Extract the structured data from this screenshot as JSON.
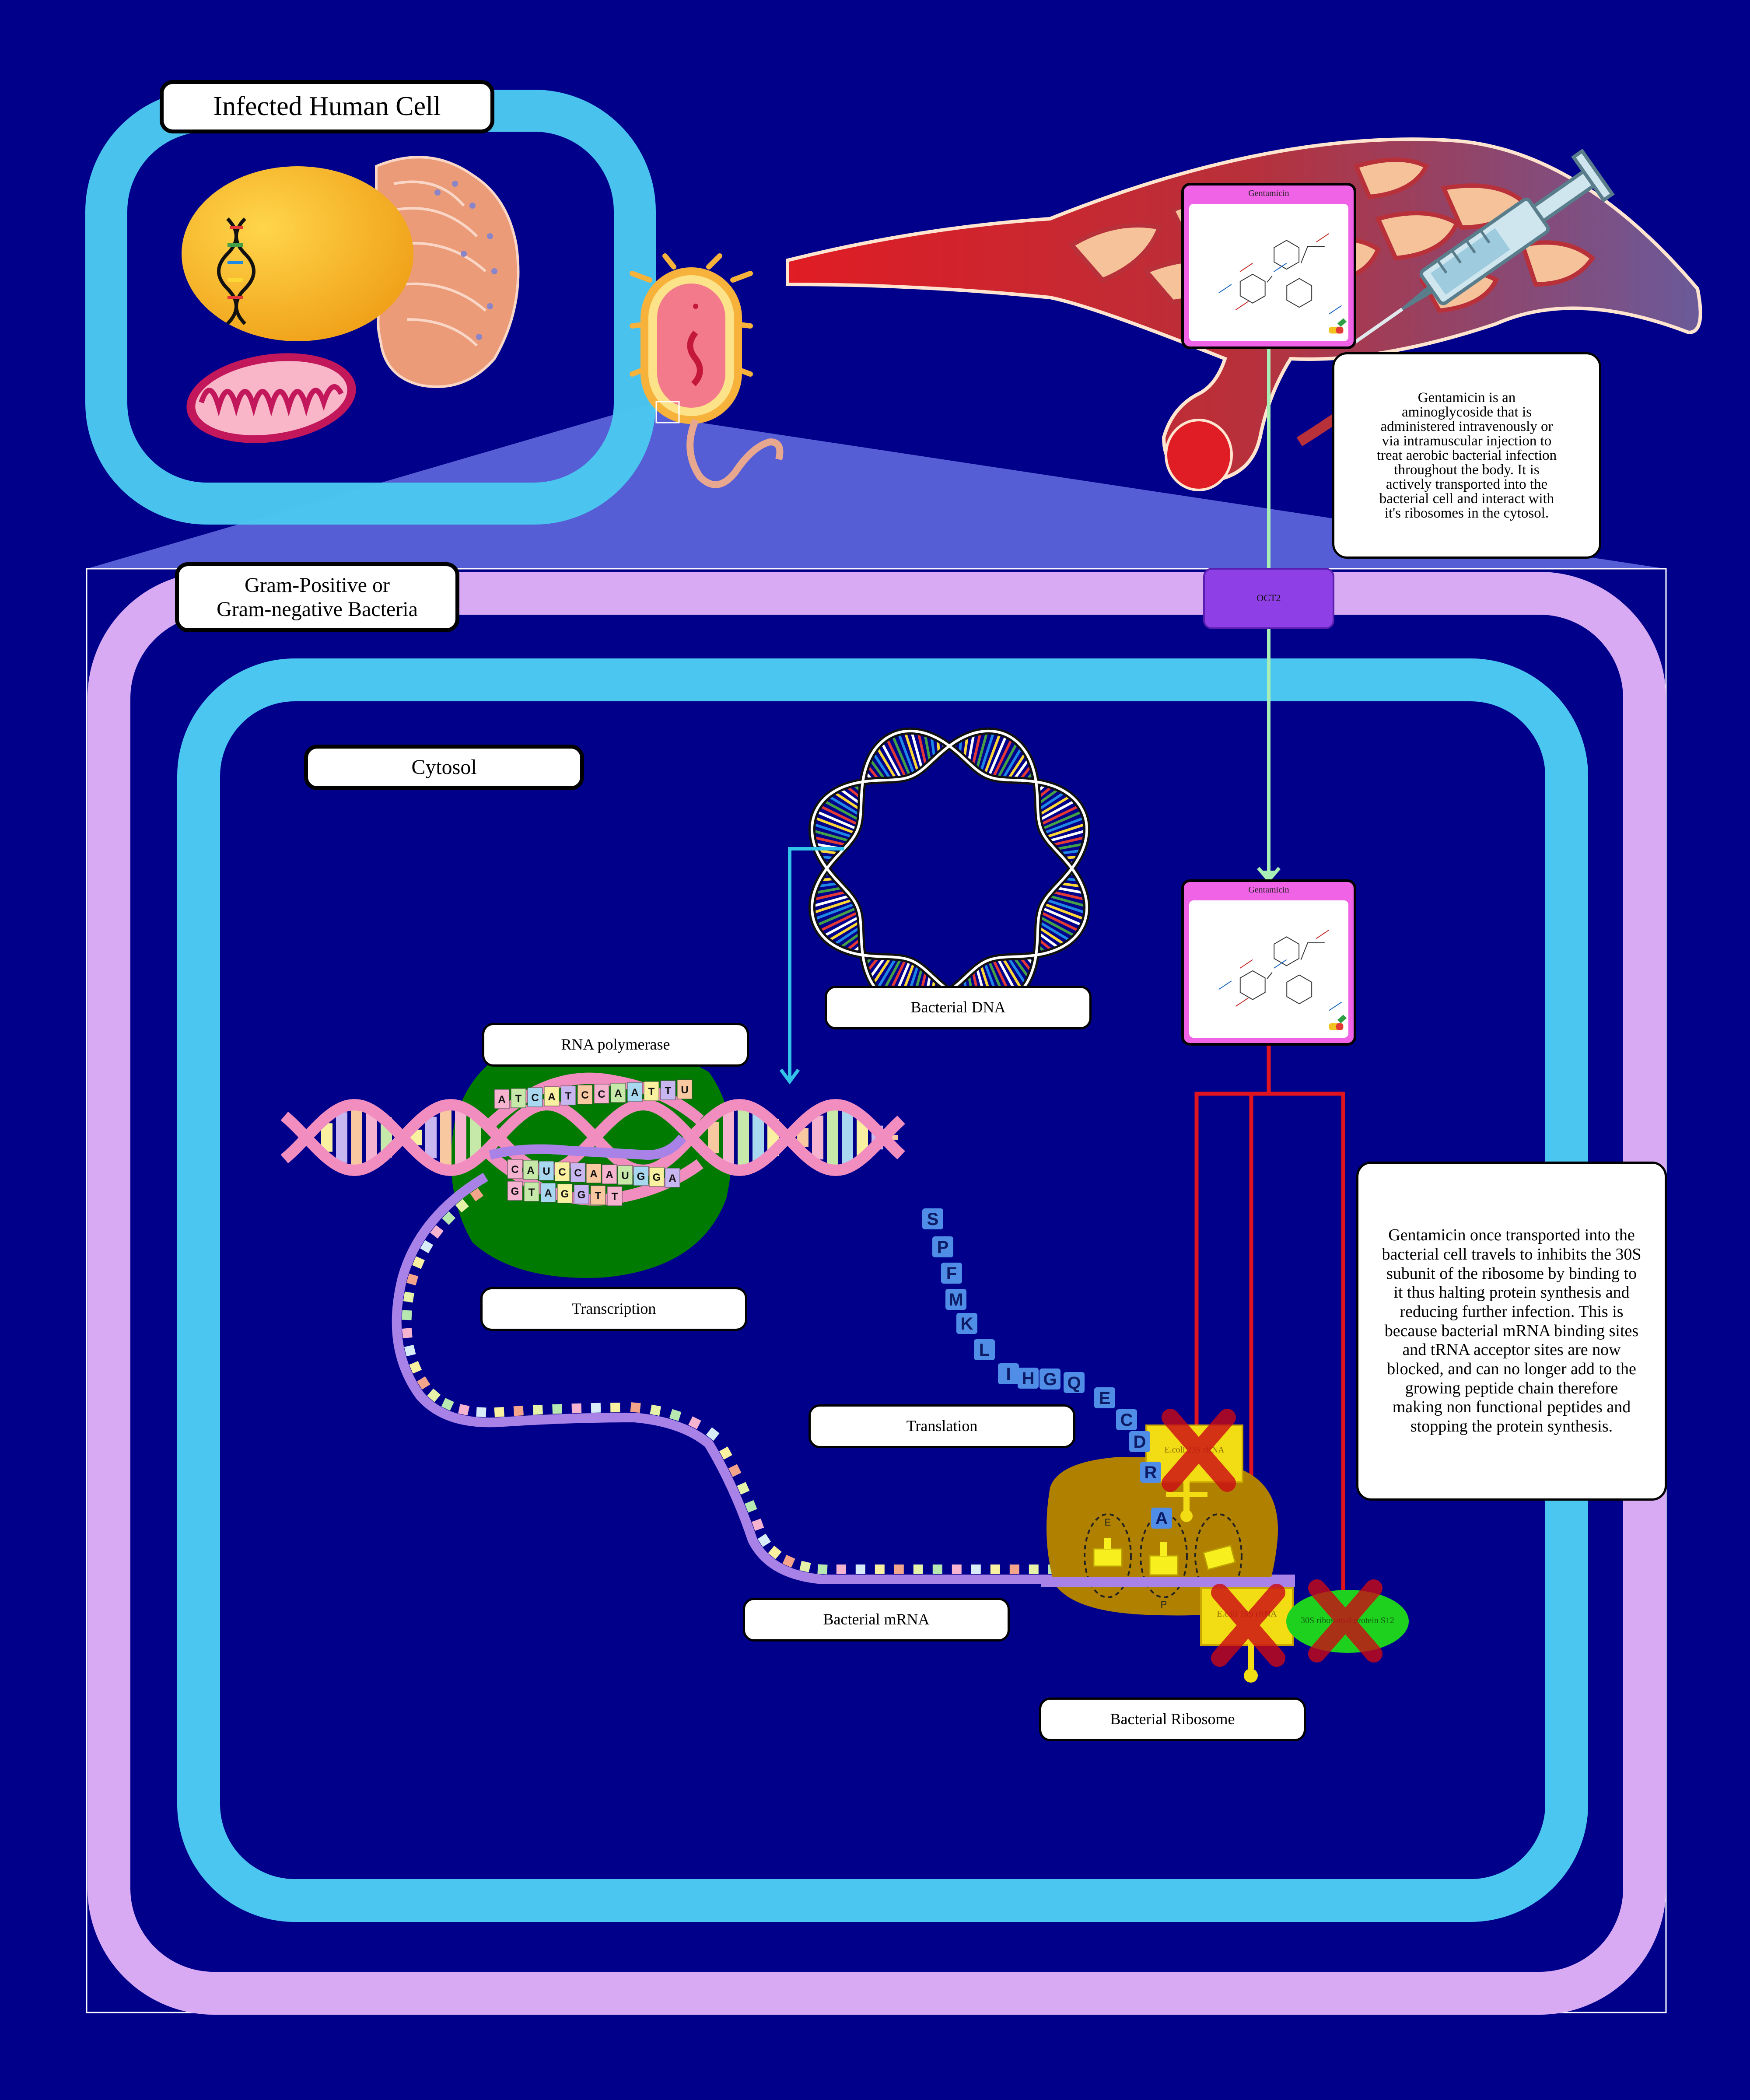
{
  "labels": {
    "infected_cell": "Infected Human Cell",
    "bacteria": "Gram-Positive or\nGram-negative Bacteria",
    "cytosol": "Cytosol",
    "bacterial_dna": "Bacterial DNA",
    "rna_polymerase": "RNA polymerase",
    "transcription": "Transcription",
    "translation": "Translation",
    "bacterial_mrna": "Bacterial mRNA",
    "bacterial_ribosome": "Bacterial Ribosome",
    "oct2": "OCT2",
    "gentamicin_card": "Gentamicin",
    "rrna_16s": "E.coli 16S rRNA",
    "rrna_23s": "E.coli 23S rRNA",
    "protein_s12": "30S ribosomal protein S12",
    "site_e": "E",
    "site_p": "P"
  },
  "notes": {
    "gentamicin_intro": "Gentamicin is an aminoglycoside that is administered intravenously or via intramuscular injection to treat aerobic bacterial infection throughout the body. It is actively transported into the bacterial cell and interact with it's ribosomes in the cytosol.",
    "gentamicin_mechanism": "Gentamicin once transported into the bacterial cell travels to inhibits the 30S subunit of the ribosome by binding to it thus halting protein synthesis and reducing further infection. This is because bacterial mRNA binding sites and tRNA acceptor sites are now blocked, and can no longer add to the growing peptide chain therefore making non functional peptides and stopping the protein synthesis."
  },
  "peptide": [
    "S",
    "P",
    "F",
    "M",
    "K",
    "L",
    "I",
    "H",
    "G",
    "Q",
    "E",
    "C",
    "D",
    "R",
    "A"
  ],
  "dna_top_letters": [
    "A",
    "T",
    "C",
    "A",
    "T",
    "C",
    "C",
    "A",
    "A",
    "T",
    "T",
    "U"
  ],
  "dna_bottom_letters": [
    "C",
    "A",
    "U",
    "C",
    "C",
    "A",
    "A",
    "U",
    "G",
    "G",
    "A"
  ],
  "dna_bottom2_letters": [
    "G",
    "T",
    "A",
    "G",
    "G",
    "T",
    "T"
  ],
  "colors": {
    "background": "#00008b",
    "outer_membrane": "#d8aaf4",
    "inner_membrane": "#4bc6f0",
    "human_cell_border": "#4bc6f0",
    "inhibition": "#e0141e",
    "transport_arrow": "#a9eeb4",
    "oct2": "#8e3fe6"
  }
}
